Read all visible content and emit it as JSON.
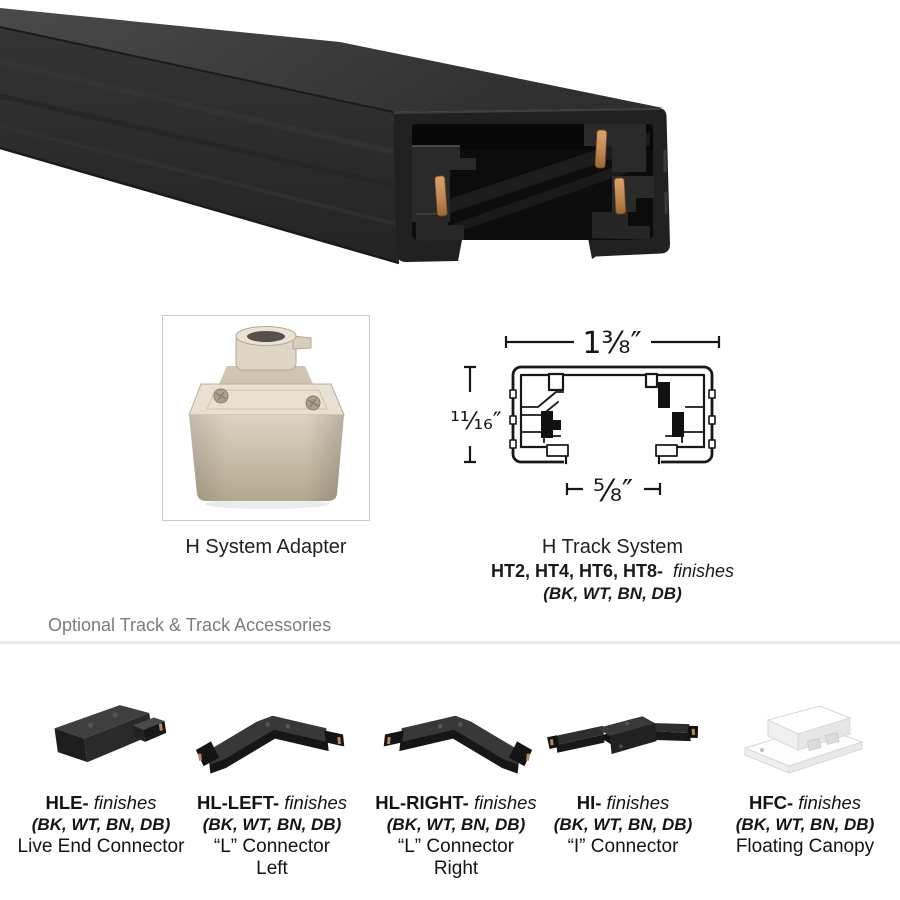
{
  "colors": {
    "background": "#ffffff",
    "track_black": "#2d2d2d",
    "track_end_face": "#212121",
    "copper_contact": "#c08a55",
    "adapter_beige": "#ddd5c5",
    "divider_gray": "#e8e8e8",
    "muted_heading_gray": "#7c7c7c",
    "text_black": "#141414"
  },
  "images": {
    "hero": "black-track-rail-photo",
    "adapter": "h-system-adapter-photo",
    "diagram": "track-cross-section-line-drawing"
  },
  "adapter": {
    "label": "H System Adapter"
  },
  "diagram": {
    "dim_top": "1³⁄₈″",
    "dim_left": "¹¹⁄₁₆″",
    "dim_bottom": "⁵⁄₈″",
    "title": "H Track System",
    "models": "HT2, HT4, HT6, HT8-",
    "finishes_word": "finishes",
    "finish_codes": "(BK, WT, BN, DB)"
  },
  "optional_section": {
    "heading": "Optional Track & Track Accessories",
    "items": [
      {
        "code": "HLE-",
        "finishes_word": "finishes",
        "finish_codes": "(BK, WT, BN, DB)",
        "name_line_1": "Live End Connector"
      },
      {
        "code": "HL-LEFT-",
        "finishes_word": "finishes",
        "finish_codes": "(BK, WT, BN, DB)",
        "name_line_1": "“L” Connector",
        "name_line_2": "Left"
      },
      {
        "code": "HL-RIGHT-",
        "finishes_word": "finishes",
        "finish_codes": "(BK, WT, BN, DB)",
        "name_line_1": "“L” Connector",
        "name_line_2": "Right"
      },
      {
        "code": "HI-",
        "finishes_word": "finishes",
        "finish_codes": "(BK, WT, BN, DB)",
        "name_line_1": "“I” Connector"
      },
      {
        "code": "HFC-",
        "finishes_word": "finishes",
        "finish_codes": "(BK, WT, BN, DB)",
        "name_line_1": "Floating Canopy"
      }
    ]
  }
}
